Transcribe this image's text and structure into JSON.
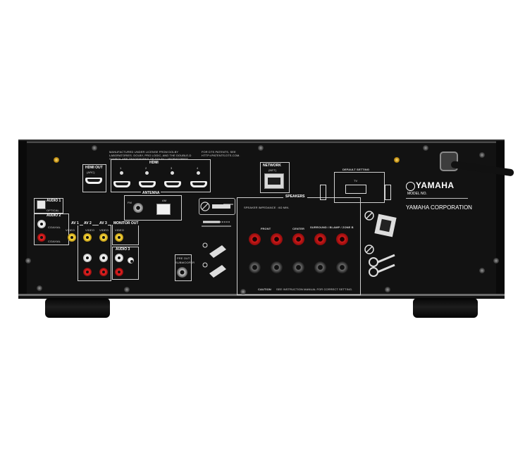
{
  "device": {
    "brand": "YAMAHA",
    "model_label": "MODEL NO.",
    "corporation": "YAMAHA CORPORATION",
    "license_text": "MANUFACTURED UNDER LICENSE FROM DOLBY LABORATORIES. DOLBY, PRO LOGIC, AND THE DOUBLE-D SYMBOL ARE TRADEMARKS OF DOLBY LABORATORIES.",
    "patent_text": "FOR DTS PATENTS, SEE HTTP://PATENTS.DTS.COM."
  },
  "panel": {
    "hdmi_out_label": "HDMI OUT",
    "hdmi_out_sub": "(ARC)",
    "hdmi_in_label": "HDMI",
    "hdmi_in_numbers": [
      "1",
      "2",
      "3",
      "4"
    ],
    "network_label": "NETWORK",
    "network_sub": "(NET)",
    "antenna_label": "ANTENNA",
    "fm_label": "FM",
    "am_label": "AM",
    "audio1_label": "AUDIO 1",
    "audio1_sub": "OPTICAL",
    "audio2_label": "AUDIO 2",
    "audio2_sub": "COAXIAL",
    "av1_label": "AV 1",
    "av2_label": "AV 2",
    "av3_label": "AV 3",
    "video_label": "VIDEO",
    "monitor_out_label": "MONITOR OUT",
    "audio3_label": "AUDIO 3",
    "pre_out_label": "PRE OUT",
    "pre_out_sub": "SUBWOOFER",
    "speakers_label": "SPEAKERS",
    "impedance_label": "SPEAKER IMPEDANCE : 6Ω MIN.",
    "front_label": "FRONT",
    "center_label": "CENTER",
    "surround_label": "SURROUND / BI-AMP / ZONE B",
    "caution_label": "CAUTION",
    "caution_text": "SEE INSTRUCTION MANUAL FOR CORRECT SETTING.",
    "default_setting_label": "DEFAULT SETTING",
    "tv_label": "TV"
  }
}
